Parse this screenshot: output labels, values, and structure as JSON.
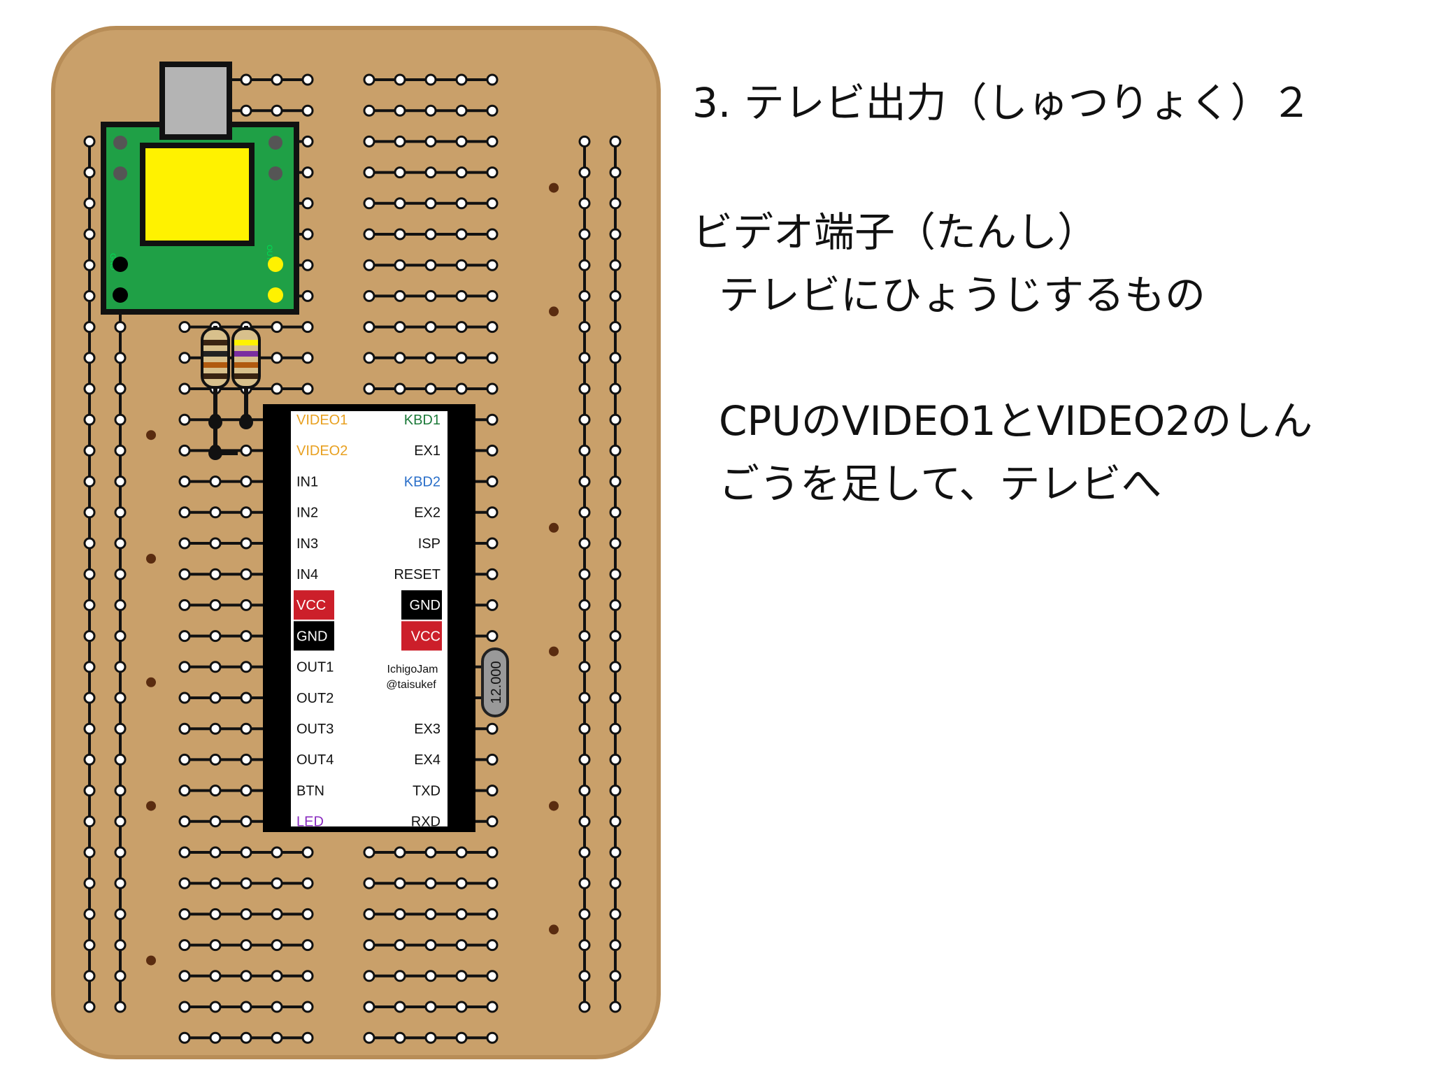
{
  "slide": {
    "title": "3. テレビ出力（しゅつりょく）２",
    "lines": [
      "ビデオ端子（たんし）",
      "テレビにひょうじするもの",
      "CPUのVIDEO1とVIDEO2のしん",
      "ごうを足して、テレビへ"
    ]
  },
  "chip": {
    "brand": "IchigoJam",
    "author": "@taisukef",
    "left_pins": [
      {
        "label": "VIDEO1",
        "color": "#e8a020",
        "badge": ""
      },
      {
        "label": "VIDEO2",
        "color": "#e8a020",
        "badge": ""
      },
      {
        "label": "IN1",
        "color": "#111111",
        "badge": ""
      },
      {
        "label": "IN2",
        "color": "#111111",
        "badge": ""
      },
      {
        "label": "IN3",
        "color": "#111111",
        "badge": ""
      },
      {
        "label": "IN4",
        "color": "#111111",
        "badge": ""
      },
      {
        "label": "VCC",
        "color": "#ffffff",
        "badge": "#cc1f2a"
      },
      {
        "label": "GND",
        "color": "#ffffff",
        "badge": "#000000"
      },
      {
        "label": "OUT1",
        "color": "#111111",
        "badge": ""
      },
      {
        "label": "OUT2",
        "color": "#111111",
        "badge": ""
      },
      {
        "label": "OUT3",
        "color": "#111111",
        "badge": ""
      },
      {
        "label": "OUT4",
        "color": "#111111",
        "badge": ""
      },
      {
        "label": "BTN",
        "color": "#111111",
        "badge": ""
      },
      {
        "label": "LED",
        "color": "#8a2cc0",
        "badge": ""
      }
    ],
    "right_pins": [
      {
        "label": "KBD1",
        "color": "#1c7a3a",
        "badge": ""
      },
      {
        "label": "EX1",
        "color": "#111111",
        "badge": ""
      },
      {
        "label": "KBD2",
        "color": "#2a6fc9",
        "badge": ""
      },
      {
        "label": "EX2",
        "color": "#111111",
        "badge": ""
      },
      {
        "label": "ISP",
        "color": "#111111",
        "badge": ""
      },
      {
        "label": "RESET",
        "color": "#111111",
        "badge": ""
      },
      {
        "label": "GND",
        "color": "#ffffff",
        "badge": "#000000"
      },
      {
        "label": "VCC",
        "color": "#ffffff",
        "badge": "#cc1f2a"
      },
      {
        "label": "",
        "color": "#111111",
        "badge": ""
      },
      {
        "label": "",
        "color": "#111111",
        "badge": ""
      },
      {
        "label": "EX3",
        "color": "#111111",
        "badge": ""
      },
      {
        "label": "EX4",
        "color": "#111111",
        "badge": ""
      },
      {
        "label": "TXD",
        "color": "#111111",
        "badge": ""
      },
      {
        "label": "RXD",
        "color": "#111111",
        "badge": ""
      }
    ]
  },
  "crystal": {
    "label": "12.000"
  },
  "video_jack": {
    "gnd_label": "GND",
    "out_label": "OUT"
  },
  "colors": {
    "board": "#c9a06a",
    "board_edge": "#b58a55",
    "jack_pcb": "#1fa046",
    "jack_body": "#fff200",
    "jack_plug": "#b4b4b4"
  }
}
